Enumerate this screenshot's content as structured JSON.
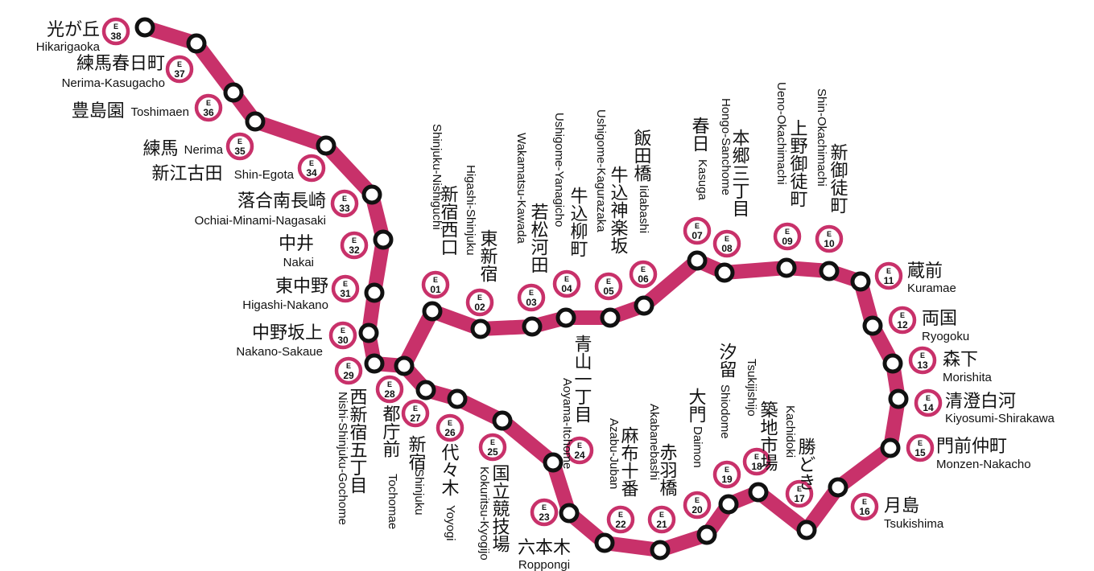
{
  "line": {
    "color": "#c8316a",
    "prefix": "E"
  },
  "stations": [
    {
      "code": "01",
      "ja": "新宿西口",
      "en": "Shinjuku-Nishiguchi"
    },
    {
      "code": "02",
      "ja": "東新宿",
      "en": "Higashi-Shinjuku"
    },
    {
      "code": "03",
      "ja": "若松河田",
      "en": "Wakamatsu-Kawada"
    },
    {
      "code": "04",
      "ja": "牛込柳町",
      "en": "Ushigome-Yanagicho"
    },
    {
      "code": "05",
      "ja": "牛込神楽坂",
      "en": "Ushigome-Kagurazaka"
    },
    {
      "code": "06",
      "ja": "飯田橋",
      "en": "Iidabashi"
    },
    {
      "code": "07",
      "ja": "春日",
      "en": "Kasuga"
    },
    {
      "code": "08",
      "ja": "本郷三丁目",
      "en": "Hongo-Sanchome"
    },
    {
      "code": "09",
      "ja": "上野御徒町",
      "en": "Ueno-Okachimachi"
    },
    {
      "code": "10",
      "ja": "新御徒町",
      "en": "Shin-Okachimachi"
    },
    {
      "code": "11",
      "ja": "蔵前",
      "en": "Kuramae"
    },
    {
      "code": "12",
      "ja": "両国",
      "en": "Ryogoku"
    },
    {
      "code": "13",
      "ja": "森下",
      "en": "Morishita"
    },
    {
      "code": "14",
      "ja": "清澄白河",
      "en": "Kiyosumi-Shirakawa"
    },
    {
      "code": "15",
      "ja": "門前仲町",
      "en": "Monzen-Nakacho"
    },
    {
      "code": "16",
      "ja": "月島",
      "en": "Tsukishima"
    },
    {
      "code": "17",
      "ja": "勝どき",
      "en": "Kachidoki"
    },
    {
      "code": "18",
      "ja": "築地市場",
      "en": "Tsukijishijo"
    },
    {
      "code": "19",
      "ja": "汐留",
      "en": "Shiodome"
    },
    {
      "code": "20",
      "ja": "大門",
      "en": "Daimon"
    },
    {
      "code": "21",
      "ja": "赤羽橋",
      "en": "Akabanebashi"
    },
    {
      "code": "22",
      "ja": "麻布十番",
      "en": "Azabu-Juban"
    },
    {
      "code": "23",
      "ja": "六本木",
      "en": "Roppongi"
    },
    {
      "code": "24",
      "ja": "青山一丁目",
      "en": "Aoyama-Itchome"
    },
    {
      "code": "25",
      "ja": "国立競技場",
      "en": "Kokuritsu-Kyogijo"
    },
    {
      "code": "26",
      "ja": "代々木",
      "en": "Yoyogi"
    },
    {
      "code": "27",
      "ja": "新宿",
      "en": "Shinjuku"
    },
    {
      "code": "28",
      "ja": "都庁前",
      "en": "Tochomae"
    },
    {
      "code": "29",
      "ja": "西新宿五丁目",
      "en": "Nishi-Shinjuku-Gochome"
    },
    {
      "code": "30",
      "ja": "中野坂上",
      "en": "Nakano-Sakaue"
    },
    {
      "code": "31",
      "ja": "東中野",
      "en": "Higashi-Nakano"
    },
    {
      "code": "32",
      "ja": "中井",
      "en": "Nakai"
    },
    {
      "code": "33",
      "ja": "落合南長崎",
      "en": "Ochiai-Minami-Nagasaki"
    },
    {
      "code": "34",
      "ja": "新江古田",
      "en": "Shin-Egota"
    },
    {
      "code": "35",
      "ja": "練馬",
      "en": "Nerima"
    },
    {
      "code": "36",
      "ja": "豊島園",
      "en": "Toshimaen"
    },
    {
      "code": "37",
      "ja": "練馬春日町",
      "en": "Nerima-Kasugacho"
    },
    {
      "code": "38",
      "ja": "光が丘",
      "en": "Hikarigaoka"
    }
  ]
}
